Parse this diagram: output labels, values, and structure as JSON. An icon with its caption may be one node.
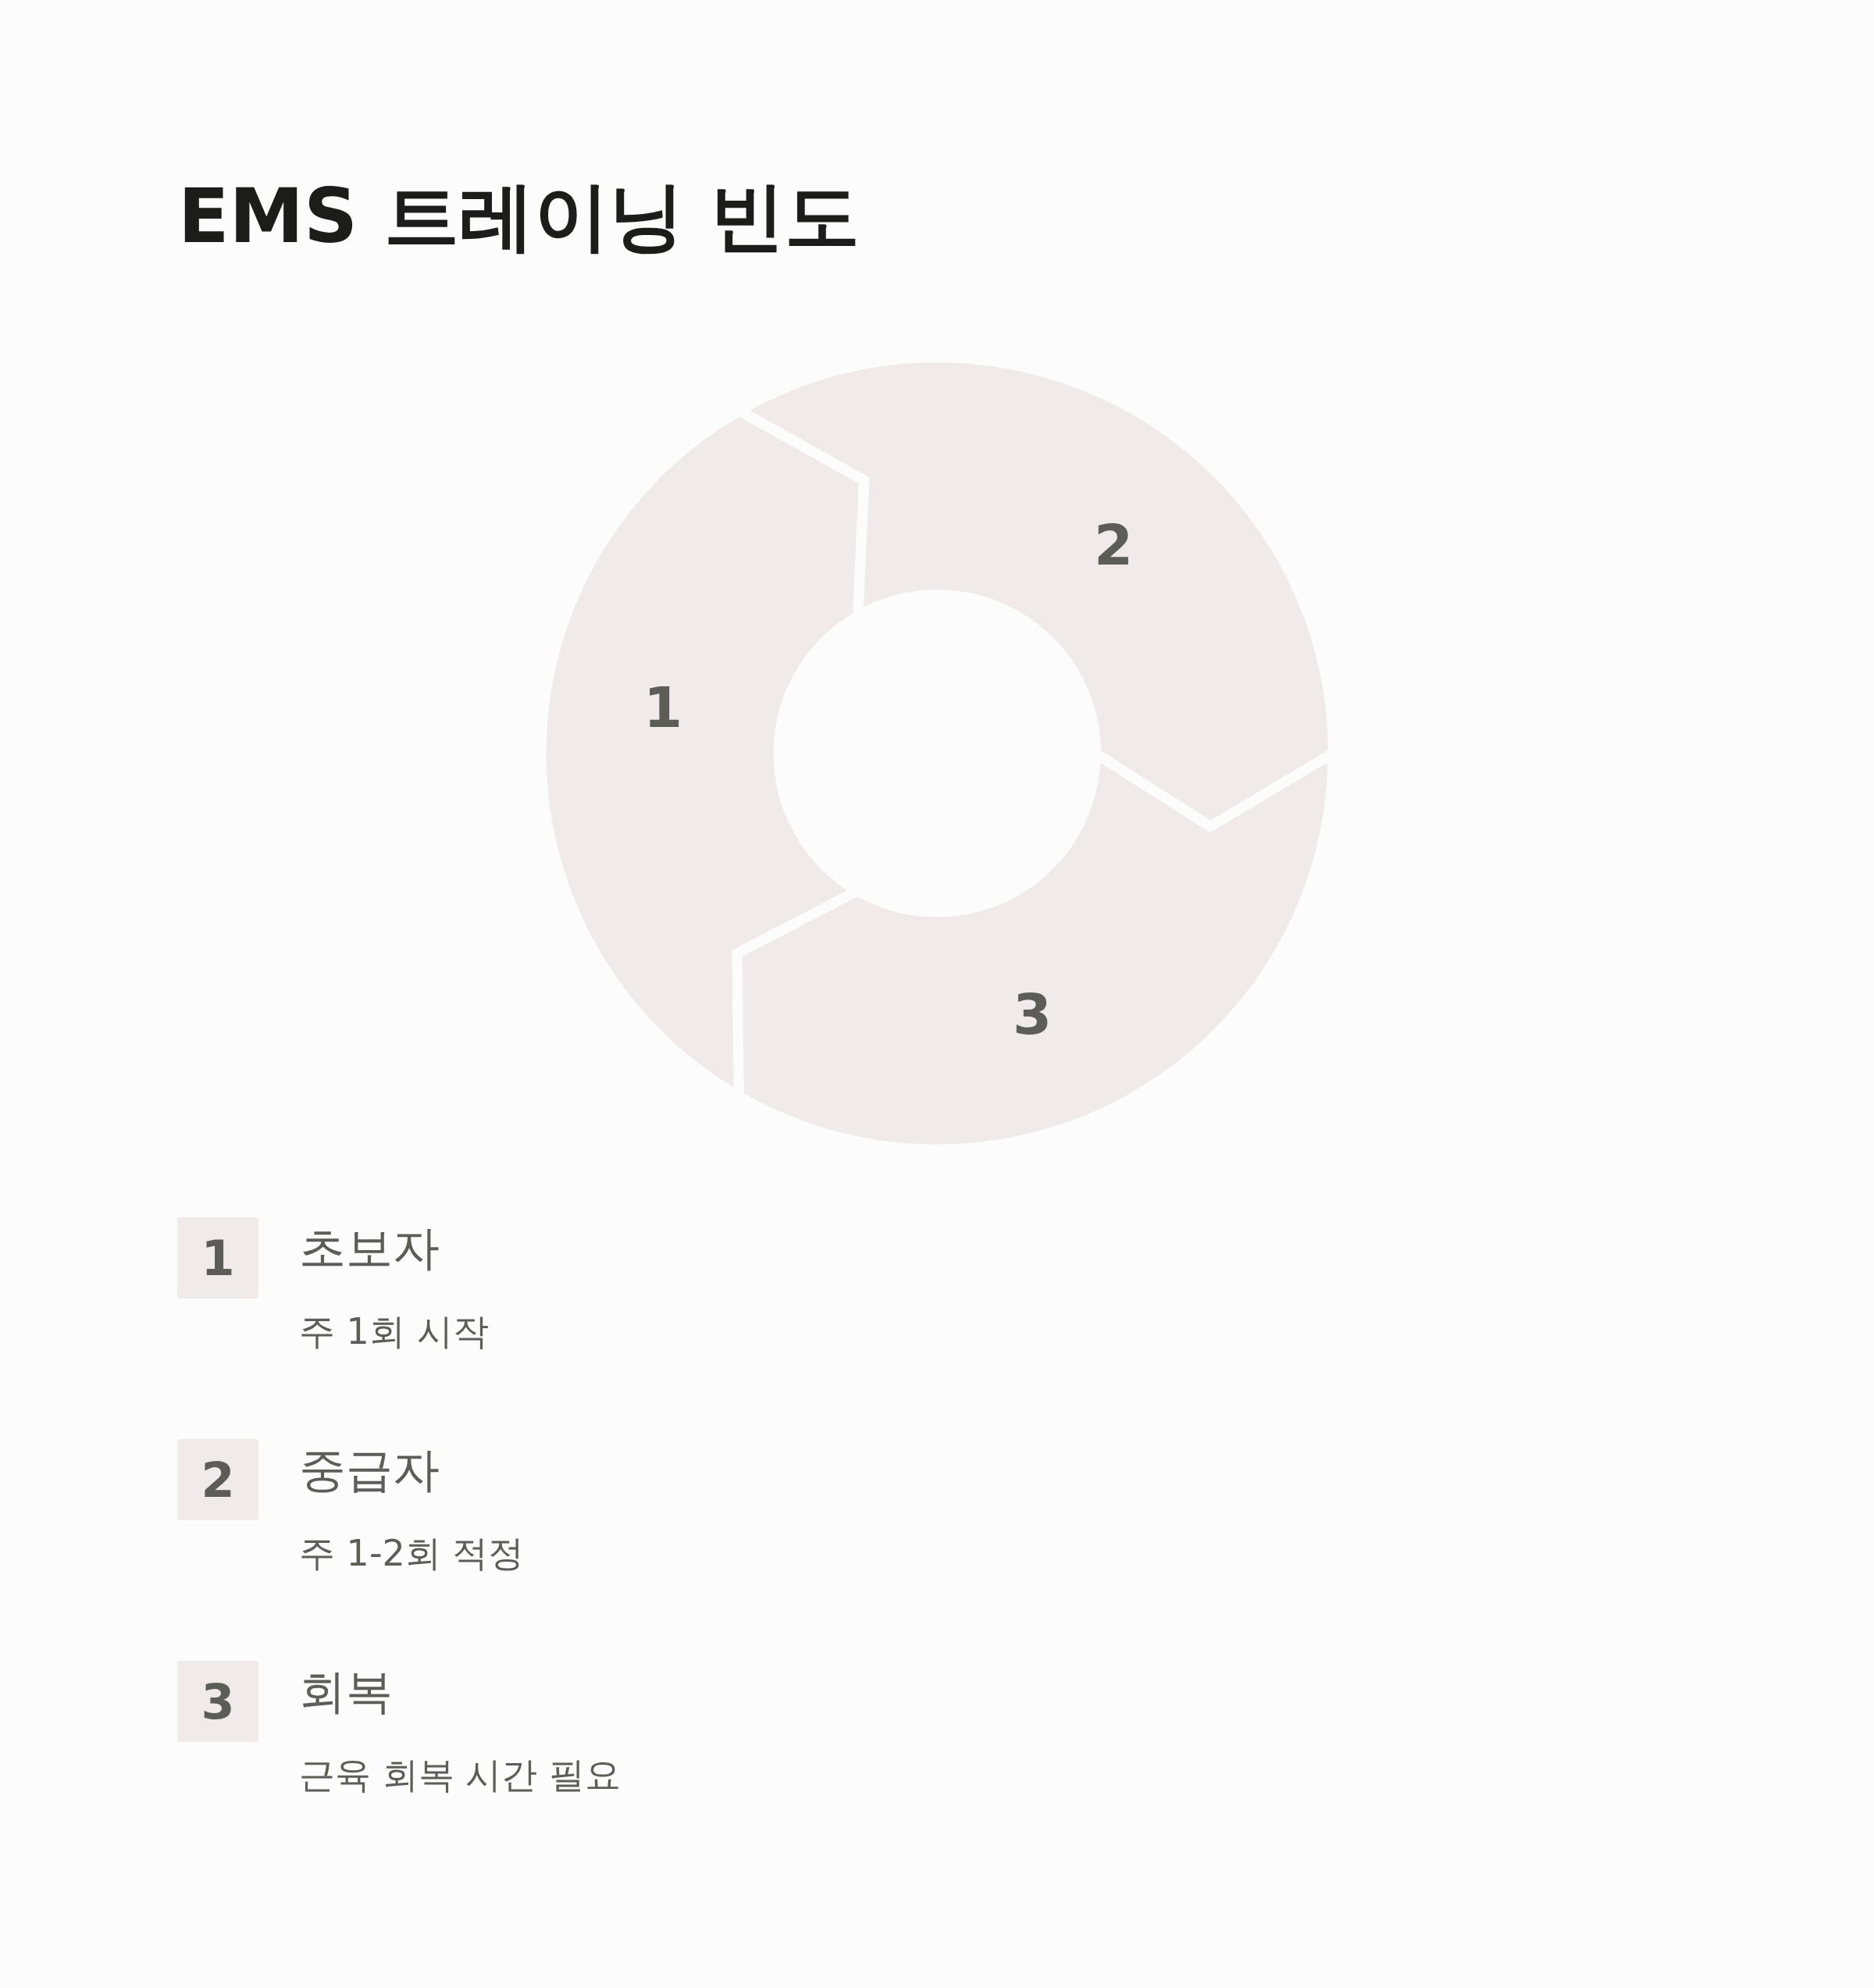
{
  "diagram": {
    "title": "EMS 트레이닝 빈도",
    "nodes": [
      {
        "text": [
          "1"
        ]
      },
      {
        "text": [
          "2"
        ]
      },
      {
        "text": [
          "3"
        ]
      },
      {
        "text": [
          "1"
        ],
        "beside": [
          "초보자",
          "주 1회 시작"
        ]
      },
      {
        "text": [
          "2"
        ],
        "beside": [
          "중급자",
          "주 1-2회 적정"
        ]
      },
      {
        "text": [
          "3"
        ],
        "beside": [
          "회복",
          "근육 회복 시간 필요"
        ]
      }
    ]
  }
}
